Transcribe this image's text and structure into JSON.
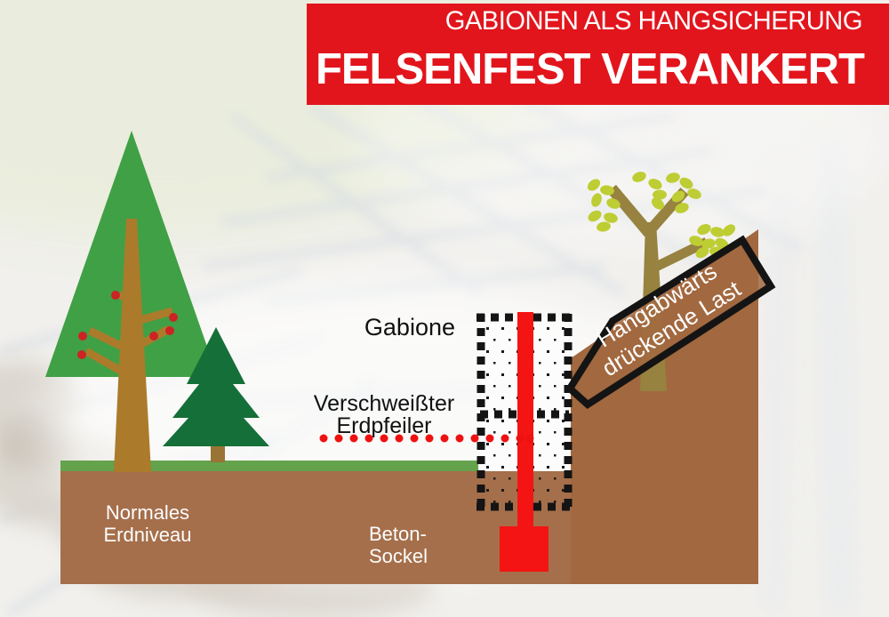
{
  "banner": {
    "line1": "GABIONEN ALS HANGSICHERUNG",
    "line2": "FELSENFEST VERANKERT",
    "bg_color": "#e2151c",
    "text_color": "#ffffff"
  },
  "labels": {
    "gabione": "Gabione",
    "erdpfeiler": "Verschweißter\nErdpfeiler",
    "erdniveau": "Normales\nErdniveau",
    "sockel": "Beton-\nSockel",
    "last": "Hangabwärts\ndrückende Last"
  },
  "colors": {
    "banner_red": "#e2151c",
    "pillar_red": "#f41414",
    "leader_dot_red": "#ee1111",
    "berry_red": "#cc2424",
    "canopy_green": "#40a045",
    "fir_green": "#156f38",
    "grass_green": "#64a24c",
    "trunk_brown": "#ab7b2b",
    "fir_trunk_brown": "#9a7434",
    "olive_trunk": "#97823f",
    "leaf_yellow_green": "#becd34",
    "ground_brown": "#a56f4b",
    "slope_brown": "#a2683f",
    "outline_black": "#141414",
    "background_wash": "#eceae6"
  }
}
